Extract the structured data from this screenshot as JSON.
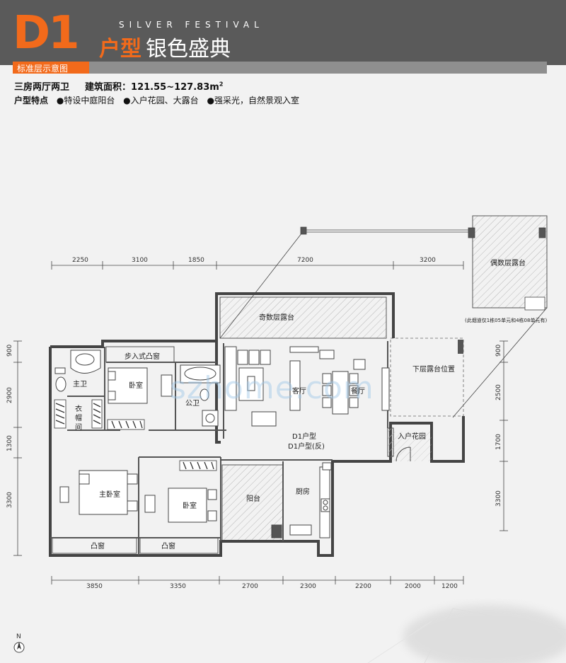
{
  "header": {
    "code": "D1",
    "english": "SILVER FESTIVAL",
    "type_label": "户型",
    "name": "银色盛典"
  },
  "subtitle_bar": "标准层示意图",
  "summary": {
    "layout": "三房两厅两卫",
    "area_label": "建筑面积：",
    "area_value": "121.55~127.83m",
    "area_unit_sup": "2"
  },
  "features": {
    "label": "户型特点",
    "items": [
      "●特设中庭阳台",
      "●入户花园、大露台",
      "●强采光，自然景观入室"
    ]
  },
  "dimensions": {
    "top": [
      "2250",
      "3100",
      "1850",
      "7200",
      "3200"
    ],
    "bottom": [
      "3850",
      "3350",
      "2700",
      "2300",
      "2200",
      "2000",
      "1200"
    ],
    "left": [
      "900",
      "2900",
      "1300",
      "3300"
    ],
    "right": [
      "900",
      "2500",
      "1700",
      "3300"
    ]
  },
  "rooms": {
    "odd_terrace": "奇数层露台",
    "even_terrace": "偶数层露台",
    "lower_terrace": "下层露台位置",
    "walkin_bay": "步入式凸窗",
    "master_bath": "主卫",
    "bedroom_a": "卧室",
    "public_bath": "公卫",
    "living": "客厅",
    "dining": "餐厅",
    "closet_1": "衣",
    "closet_2": "帽",
    "closet_3": "间",
    "unit_name": "D1户型",
    "unit_name_rev": "D1户型(反)",
    "entry_garden": "入户花园",
    "master_bedroom": "主卧室",
    "bedroom_b": "卧室",
    "balcony": "阳台",
    "kitchen": "厨房",
    "bay_1": "凸窗",
    "bay_2": "凸窗"
  },
  "note": "(此烟道仅1栋05单元和4栋08单元有)",
  "watermark": "szhome.com",
  "compass": "N",
  "colors": {
    "accent": "#f26a1b",
    "header_bg": "#5a5a5a",
    "bar_bg": "#8f8f8f"
  }
}
